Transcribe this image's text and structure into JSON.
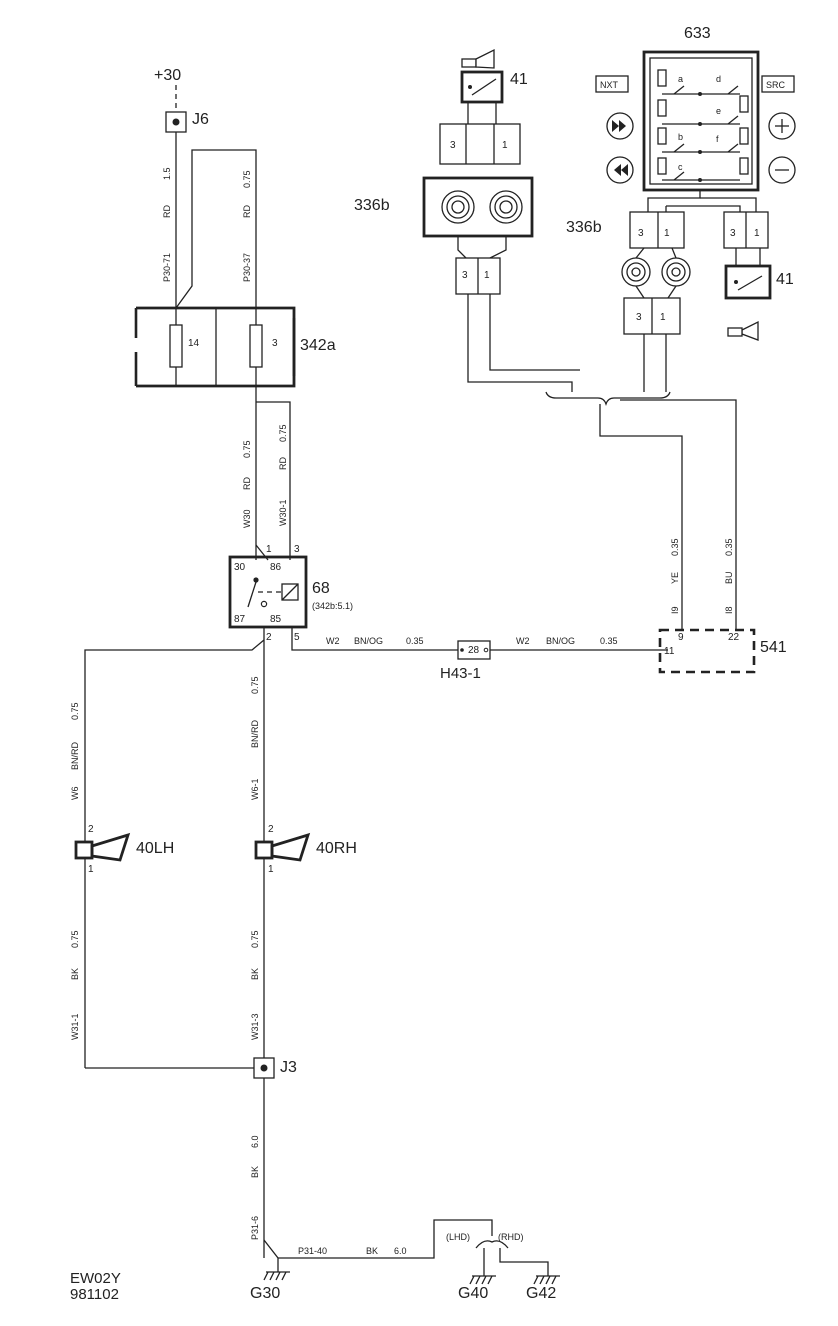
{
  "supply": "+30",
  "footer": {
    "code": "EW02Y",
    "date": "981102"
  },
  "components": {
    "j6": "J6",
    "j3": "J3",
    "fuse_box": "342a",
    "fuse_a": "14",
    "fuse_b": "3",
    "relay": "68",
    "relay_ref": "(342b:5.1)",
    "relay_pins": {
      "p30": "30",
      "p86": "86",
      "p87": "87",
      "p85": "85",
      "p1": "1",
      "p3": "3",
      "p2": "2",
      "p5": "5"
    },
    "horn_lh": "40LH",
    "horn_rh": "40RH",
    "horn_pin_top": "2",
    "horn_pin_bot": "1",
    "connector_h43": "H43-1",
    "h43_pin": "28",
    "module": "541",
    "module_pins": {
      "a": "9",
      "b": "22",
      "c": "11"
    },
    "wheel_switch": "633",
    "nxt": "NXT",
    "src": "SRC",
    "switch_letters": [
      "a",
      "b",
      "c",
      "d",
      "e",
      "f"
    ],
    "clock_spring": "336b",
    "horn_switch": "41",
    "conn_pin3": "3",
    "conn_pin1": "1",
    "g30": "G30",
    "g40": "G40",
    "g42": "G42",
    "lhd": "(LHD)",
    "rhd": "(RHD)"
  },
  "wires": {
    "w1": {
      "size": "1.5",
      "color": "RD",
      "id": "P30-71"
    },
    "w2": {
      "size": "0.75",
      "color": "RD",
      "id": "P30-37"
    },
    "w3": {
      "size": "0.75",
      "color": "RD",
      "id": "W30"
    },
    "w4": {
      "size": "0.75",
      "color": "RD",
      "id": "W30-1"
    },
    "w5": {
      "size": "0.75",
      "color": "BN/RD",
      "id": "W6"
    },
    "w6": {
      "size": "0.75",
      "color": "BN/RD",
      "id": "W6-1"
    },
    "w7": {
      "size": "0.75",
      "color": "BK",
      "id": "W31-1"
    },
    "w8": {
      "size": "0.75",
      "color": "BK",
      "id": "W31-3"
    },
    "w9": {
      "size": "6.0",
      "color": "BK",
      "id": "P31-6"
    },
    "w10": {
      "size": "6.0",
      "color": "BK",
      "id": "P31-40"
    },
    "w11": {
      "id": "W2",
      "color": "BN/OG",
      "size": "0.35"
    },
    "w12": {
      "id": "W2",
      "color": "BN/OG",
      "size": "0.35"
    },
    "w13": {
      "size": "0.35",
      "color": "YE",
      "id": "I9"
    },
    "w14": {
      "size": "0.35",
      "color": "BU",
      "id": "I8"
    }
  }
}
